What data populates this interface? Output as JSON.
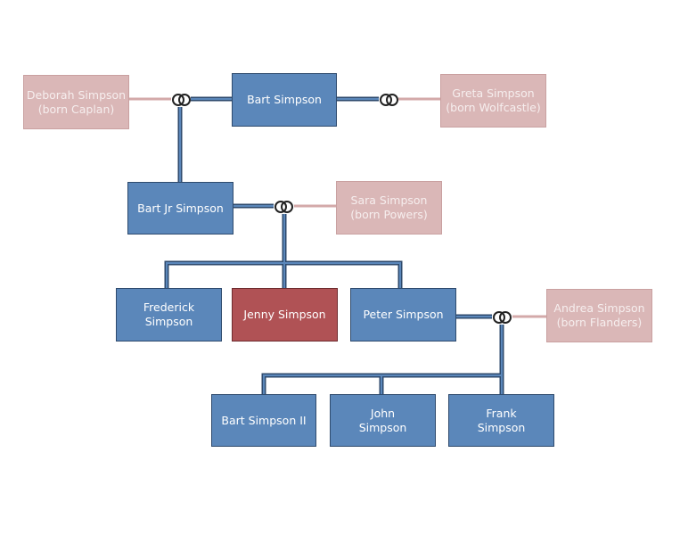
{
  "people": {
    "deborah": {
      "label": "Deborah Simpson\n(born Caplan)",
      "role": "spouse"
    },
    "bart": {
      "label": "Bart Simpson",
      "role": "blood"
    },
    "greta": {
      "label": "Greta Simpson\n(born Wolfcastle)",
      "role": "spouse"
    },
    "bart_jr": {
      "label": "Bart Jr Simpson",
      "role": "blood"
    },
    "sara": {
      "label": "Sara Simpson\n(born Powers)",
      "role": "spouse"
    },
    "frederick": {
      "label": "Frederick\nSimpson",
      "role": "blood"
    },
    "jenny": {
      "label": "Jenny Simpson",
      "role": "focus"
    },
    "peter": {
      "label": "Peter Simpson",
      "role": "blood"
    },
    "andrea": {
      "label": "Andrea Simpson\n(born Flanders)",
      "role": "spouse"
    },
    "bart_ii": {
      "label": "Bart Simpson II",
      "role": "blood"
    },
    "john": {
      "label": "John\nSimpson",
      "role": "blood"
    },
    "frank": {
      "label": "Frank\nSimpson",
      "role": "blood"
    }
  },
  "colors": {
    "blood": "#5b87ba",
    "focus": "#b05255",
    "spouse": "#dab7b7",
    "line_dark": "#2e4a6d",
    "line_spouse": "#d3a9a9"
  },
  "icons": {
    "marriage": "wedding-rings-icon"
  }
}
